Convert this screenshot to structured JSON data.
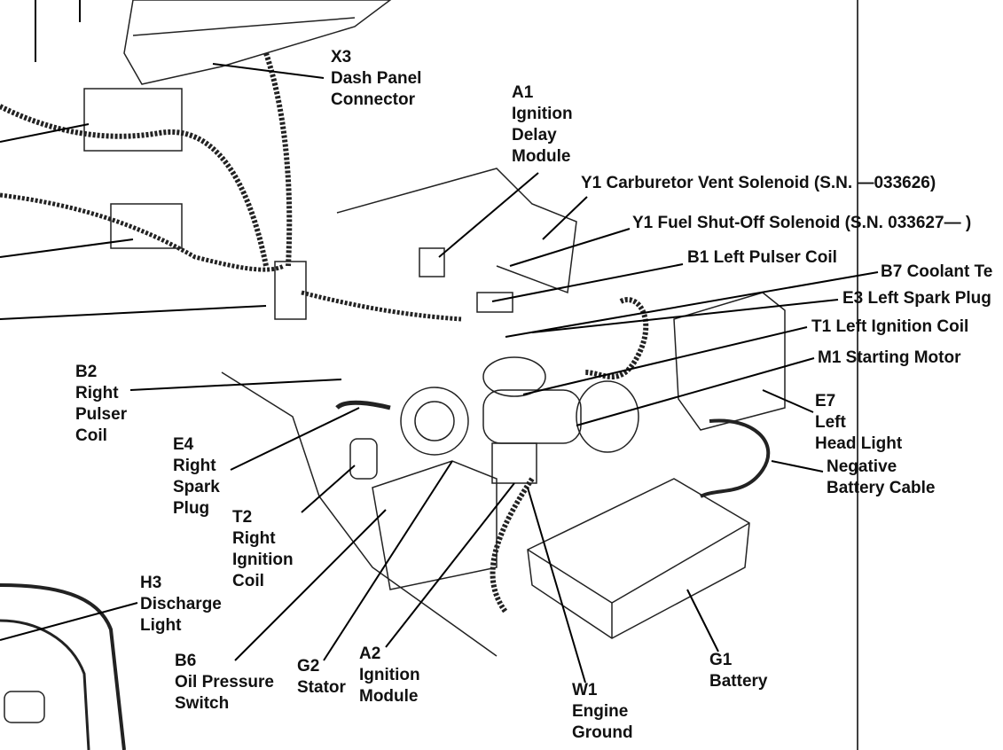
{
  "labels": {
    "x3": [
      "X3",
      "Dash Panel",
      "Connector"
    ],
    "a1": [
      "A1",
      "Ignition",
      "Delay",
      "Module"
    ],
    "y1_carb": [
      "Y1 Carburetor Vent Solenoid (S.N. —033626)"
    ],
    "y1_fuel": [
      "Y1 Fuel Shut-Off Solenoid (S.N. 033627— )"
    ],
    "b1": [
      "B1 Left Pulser Coil"
    ],
    "b7": [
      "B7 Coolant Te"
    ],
    "e3": [
      "E3 Left Spark Plug"
    ],
    "t1": [
      "T1 Left Ignition Coil"
    ],
    "m1": [
      "M1 Starting Motor"
    ],
    "b2": [
      "B2",
      "Right",
      "Pulser",
      "Coil"
    ],
    "e7": [
      "E7",
      "Left",
      "Head Light"
    ],
    "neg": [
      "Negative",
      "Battery Cable"
    ],
    "e4": [
      "E4",
      "Right",
      "Spark",
      "Plug"
    ],
    "t2": [
      "T2",
      "Right",
      "Ignition",
      "Coil"
    ],
    "h3": [
      "H3",
      "Discharge",
      "Light"
    ],
    "b6": [
      "B6",
      "Oil Pressure",
      "Switch"
    ],
    "g2": [
      "G2",
      "Stator"
    ],
    "a2": [
      "A2",
      "Ignition",
      "Module"
    ],
    "w1": [
      "W1",
      "Engine",
      "Ground"
    ],
    "g1": [
      "G1",
      "Battery"
    ]
  }
}
